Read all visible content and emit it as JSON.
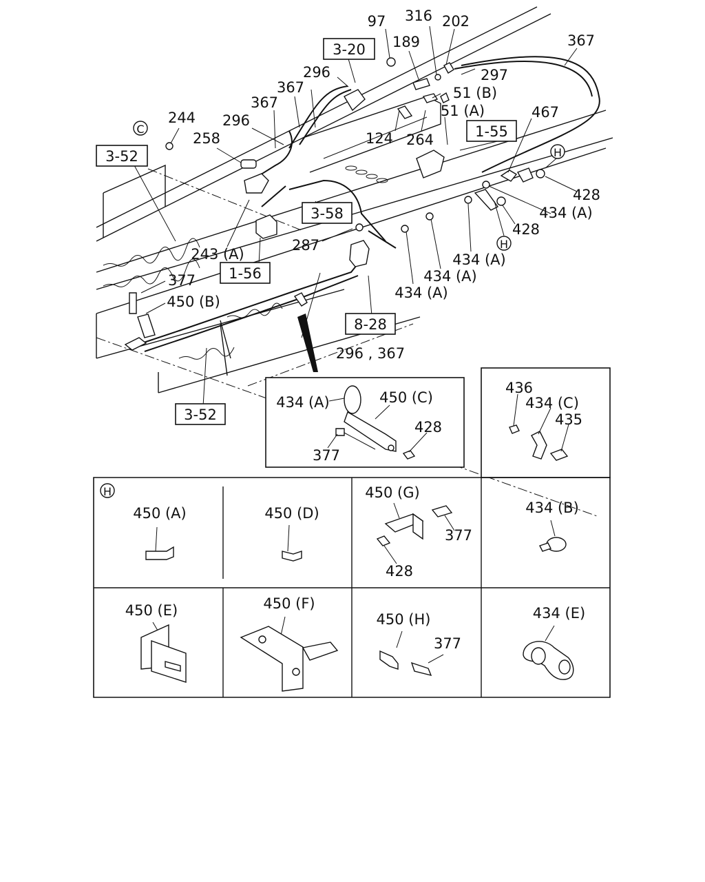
{
  "refs": {
    "r320": "3-20",
    "r352a": "3-52",
    "r352b": "3-52",
    "r358": "3-58",
    "r155": "1-55",
    "r156": "1-56",
    "r828": "8-28"
  },
  "callouts": {
    "c97": "97",
    "c316": "316",
    "c202": "202",
    "c189": "189",
    "c367a": "367",
    "c297": "297",
    "c296a": "296",
    "c367b": "367",
    "c367c": "367",
    "c51b": "51 (B)",
    "c51a": "51 (A)",
    "c244": "244",
    "c296b": "296",
    "c258": "258",
    "c124": "124",
    "c264": "264",
    "c467": "467",
    "c428a": "428",
    "c434a1": "434 (A)",
    "c428b": "428",
    "c243a": "243 (A)",
    "c287": "287",
    "c434a2": "434 (A)",
    "c434a3": "434 (A)",
    "c434a4": "434 (A)",
    "c377a": "377",
    "c450b": "450 (B)",
    "c296367": "296 , 367",
    "circC": "C",
    "circH1": "H",
    "circH2": "H"
  },
  "detail_c": {
    "l434a": "434 (A)",
    "l450c": "450 (C)",
    "l428": "428",
    "l377": "377"
  },
  "panel_434c": {
    "l436": "436",
    "l434c": "434 (C)",
    "l435": "435"
  },
  "panel_h": {
    "marker": "H",
    "l450a": "450 (A)",
    "l450d": "450 (D)"
  },
  "panel_450g": {
    "l450g": "450 (G)",
    "l377": "377",
    "l428": "428"
  },
  "panel_434b": {
    "l434b": "434 (B)"
  },
  "panel_450e": {
    "l450e": "450 (E)"
  },
  "panel_450f": {
    "l450f": "450 (F)"
  },
  "panel_450h": {
    "l450h": "450 (H)",
    "l377": "377"
  },
  "panel_434e": {
    "l434e": "434 (E)"
  }
}
